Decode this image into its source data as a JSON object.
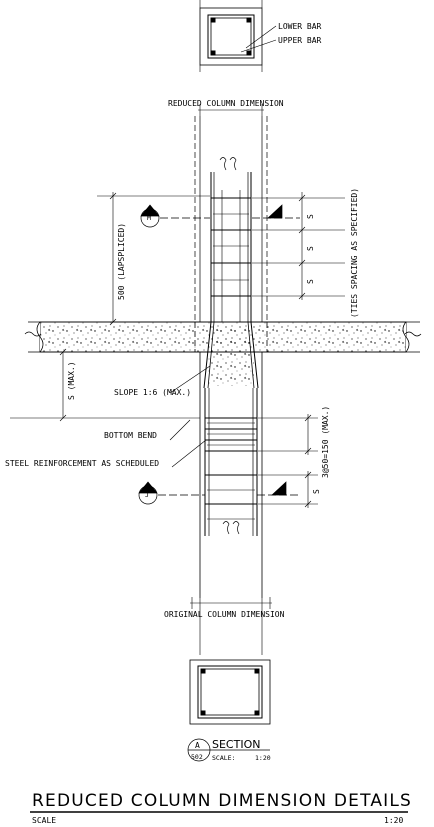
{
  "labels": {
    "lower_bar": "LOWER BAR",
    "upper_bar": "UPPER BAR",
    "reduced_dim": "REDUCED COLUMN DIMENSION",
    "original_dim": "ORIGINAL COLUMN DIMENSION",
    "lapspliced": "500 (LAPSPLICED)",
    "ties_spacing": "(TIES SPACING AS SPECIFIED)",
    "s": "S",
    "s_max": "S (MAX.)",
    "slope": "SLOPE 1:6 (MAX.)",
    "bottom_bend": "BOTTOM BEND",
    "steel_reinf": "STEEL REINFORCEMENT AS SCHEDULED",
    "spacing_3at50": "3@50=150 (MAX.)",
    "marker_m": "M",
    "marker_j": "J"
  },
  "section": {
    "letter": "A",
    "sheet": "502",
    "label": "SECTION",
    "scale_label": "SCALE:",
    "scale_value": "1:20"
  },
  "title_block": {
    "title": "REDUCED COLUMN DIMENSION DETAILS",
    "scale_label": "SCALE",
    "scale_value": "1:20"
  }
}
